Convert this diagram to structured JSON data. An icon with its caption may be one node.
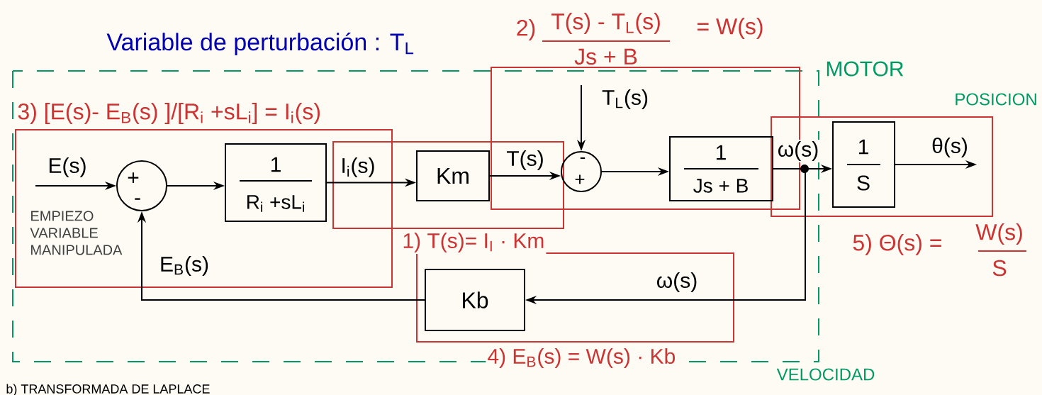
{
  "diagram": {
    "nodes": [
      {
        "text": [
          "+",
          "-"
        ]
      },
      {
        "text": [
          "1",
          "R$_{i}$ +sL$_{i}$"
        ]
      },
      {
        "text": [
          "Km"
        ]
      },
      {
        "text": [
          "-",
          "+"
        ]
      },
      {
        "text": [
          "1",
          "Js + B"
        ]
      },
      {
        "text": [
          "1",
          "S"
        ]
      },
      {
        "text": [
          "Kb"
        ]
      }
    ],
    "edges": [
      {
        "from": null,
        "to": 0,
        "arrow": "to",
        "label": "E(s)"
      },
      {
        "from": 0,
        "to": 1,
        "arrow": "to"
      },
      {
        "from": 1,
        "to": 2,
        "arrow": "to",
        "label": "I$_{i}$(s)"
      },
      {
        "from": 2,
        "to": 3,
        "arrow": "to",
        "label": "T(s)"
      },
      {
        "from": null,
        "to": 3,
        "arrow": "to",
        "label": "T$_{L}$(s)"
      },
      {
        "from": 3,
        "to": 4,
        "arrow": "to"
      },
      {
        "from": 4,
        "to": 5,
        "arrow": "to",
        "label": "ω(s)"
      },
      {
        "from": 5,
        "to": null,
        "arrow": "to",
        "label": "θ(s)"
      },
      {
        "from": 4,
        "to": 6,
        "arrow": "to",
        "label": "ω(s)"
      },
      {
        "from": 6,
        "to": 0,
        "arrow": "to",
        "label": "E$_{B}$(s)"
      }
    ],
    "labels": [
      "Variable de perturbación : T$_{L}$",
      "2)",
      "T(s) - T$_{L}$(s)",
      "= W(s)",
      "Js + B",
      "MOTOR",
      "POSICION",
      "3) [E(s)- E$_{B}$(s) ]/[R$_{i}$ +sL$_{i}$] = I$_{i}$(s)",
      "EMPIEZO VARIABLE MANIPULADA",
      "1) T(s)= I$_{I}$ · Km",
      "5) Θ(s) =",
      "W(s)",
      "S",
      "4) E$_{B}$(s) = W(s) · Kb",
      "VELOCIDAD",
      "b) TRANSFORMADA DE LAPLACE"
    ]
  }
}
